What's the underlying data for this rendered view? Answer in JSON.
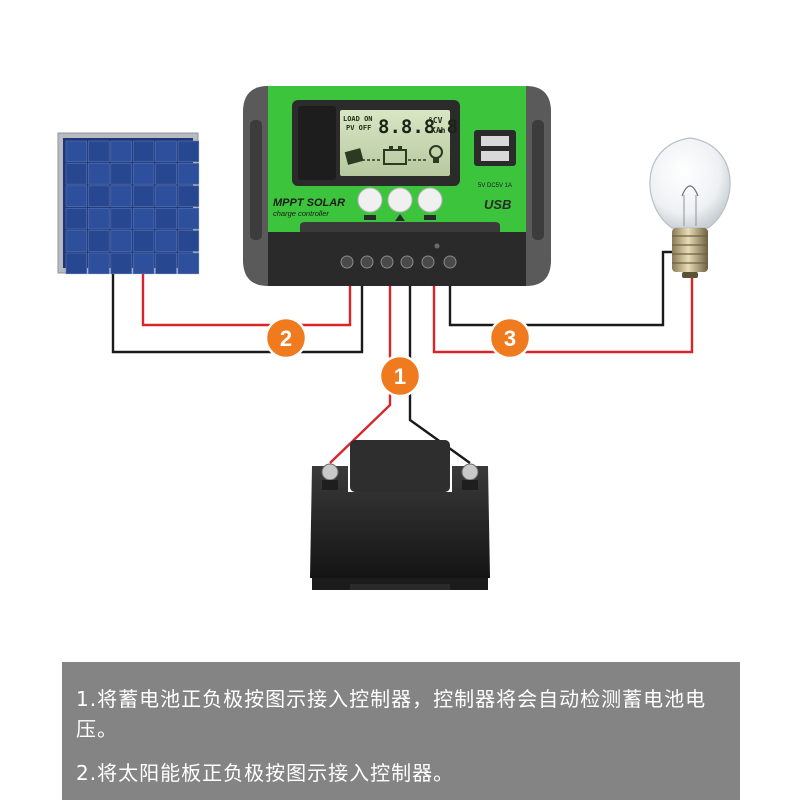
{
  "controller": {
    "brand_line1": "MPPT SOLAR",
    "brand_line2": "charge controller",
    "lcd_load": "LOAD ON",
    "lcd_pv": "PV OFF",
    "lcd_digits": "8.8.8.8",
    "lcd_unit_top": "°CV",
    "lcd_unit_bottom": "KAh",
    "usb_label": "USB",
    "usb_spec": "5V DC5V 1A"
  },
  "badges": {
    "battery": "1",
    "panel": "2",
    "load": "3"
  },
  "colors": {
    "controller_green": "#3cc43c",
    "positive_wire": "#d9252a",
    "negative_wire": "#1a1a1a",
    "badge_orange": "#f07a1e",
    "caption_bg": "#848484"
  },
  "instructions": {
    "step1": "1.将蓄电池正负极按图示接入控制器，控制器将会自动检测蓄电池电压。",
    "step2": "2.将太阳能板正负极按图示接入控制器。"
  }
}
